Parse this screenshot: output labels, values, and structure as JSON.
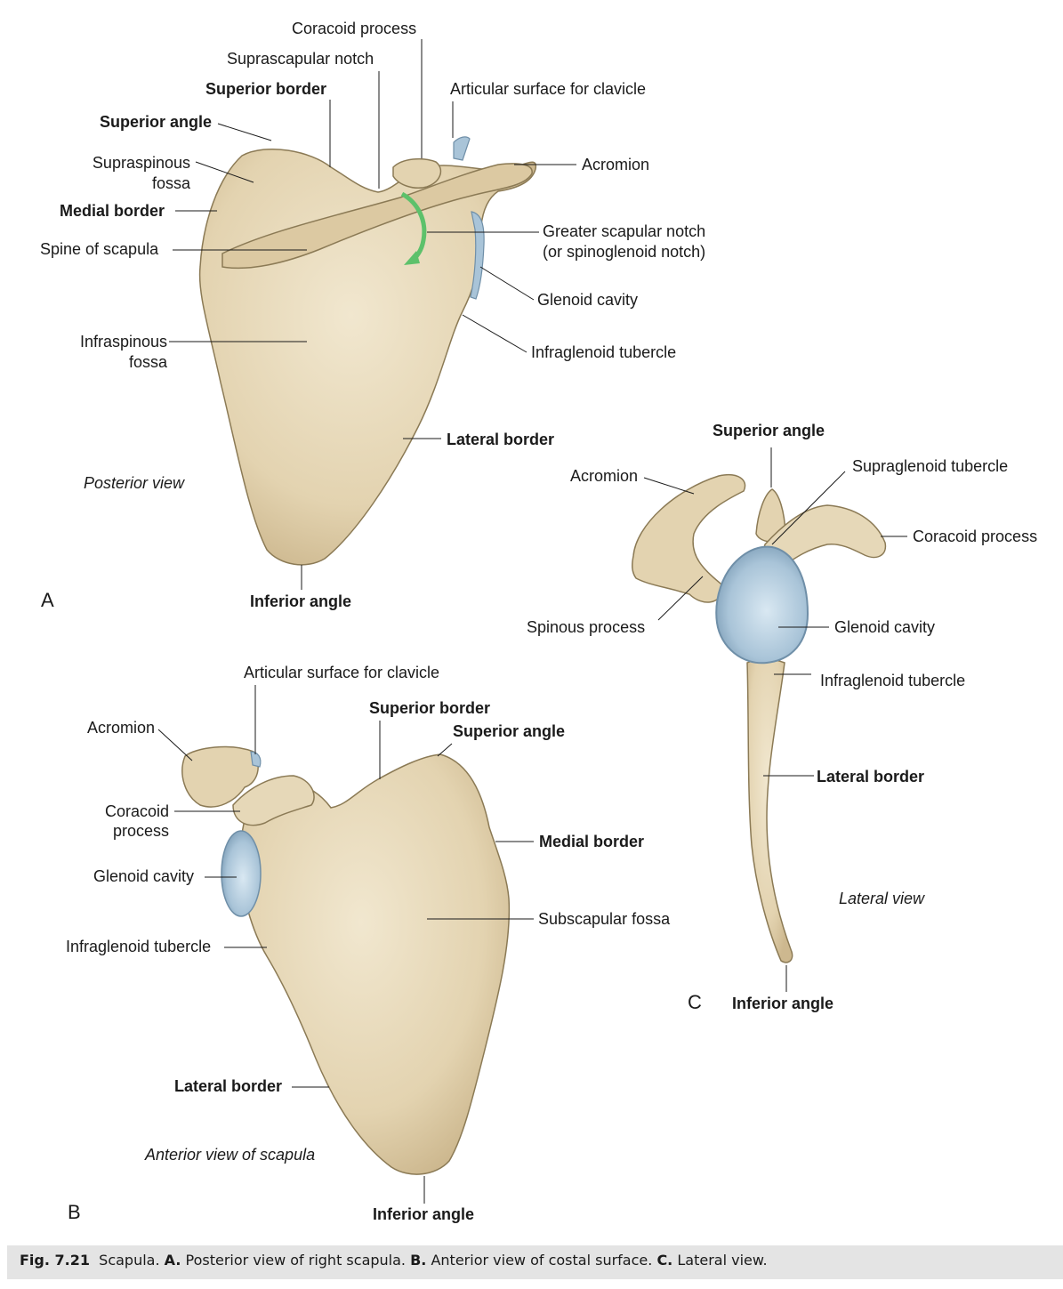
{
  "views": {
    "a": {
      "letter": "A",
      "view_name": "Posterior view",
      "labels": {
        "coracoid_process": "Coracoid process",
        "suprascapular_notch": "Suprascapular notch",
        "superior_border": "Superior border",
        "articular_surface_clavicle": "Articular surface for clavicle",
        "superior_angle": "Superior angle",
        "supraspinous_fossa_1": "Supraspinous",
        "supraspinous_fossa_2": "fossa",
        "acromion": "Acromion",
        "medial_border": "Medial border",
        "greater_scapular_notch_1": "Greater scapular notch",
        "greater_scapular_notch_2": "(or spinoglenoid notch)",
        "spine_of_scapula": "Spine of scapula",
        "glenoid_cavity": "Glenoid cavity",
        "infraspinous_fossa_1": "Infraspinous",
        "infraspinous_fossa_2": "fossa",
        "infraglenoid_tubercle": "Infraglenoid tubercle",
        "lateral_border": "Lateral border",
        "inferior_angle": "Inferior angle"
      }
    },
    "b": {
      "letter": "B",
      "view_name": "Anterior view of scapula",
      "labels": {
        "articular_surface_clavicle": "Articular surface for clavicle",
        "acromion": "Acromion",
        "superior_border": "Superior border",
        "superior_angle": "Superior angle",
        "coracoid_process_1": "Coracoid",
        "coracoid_process_2": "process",
        "medial_border": "Medial border",
        "glenoid_cavity": "Glenoid cavity",
        "subscapular_fossa": "Subscapular fossa",
        "infraglenoid_tubercle": "Infraglenoid tubercle",
        "lateral_border": "Lateral border",
        "inferior_angle": "Inferior angle"
      }
    },
    "c": {
      "letter": "C",
      "view_name": "Lateral view",
      "labels": {
        "superior_angle": "Superior angle",
        "acromion": "Acromion",
        "supraglenoid_tubercle": "Supraglenoid tubercle",
        "coracoid_process": "Coracoid process",
        "spinous_process": "Spinous process",
        "glenoid_cavity": "Glenoid cavity",
        "infraglenoid_tubercle": "Infraglenoid tubercle",
        "lateral_border": "Lateral border",
        "inferior_angle": "Inferior angle"
      }
    }
  },
  "caption": {
    "fig_number": "Fig. 7.21",
    "text_1": "Scapula.",
    "a_letter": "A.",
    "a_text": "Posterior view of right scapula.",
    "b_letter": "B.",
    "b_text": "Anterior view of costal surface.",
    "c_letter": "C.",
    "c_text": "Lateral view."
  },
  "colors": {
    "bone": "#e6d8b8",
    "bone_shadow": "#c9b78f",
    "bone_outline": "#8b7a55",
    "cartilage": "#a9c4d8",
    "cartilage_outline": "#6f8fa8",
    "arrow": "#5dc16b",
    "caption_bar": "#e4e4e4"
  }
}
